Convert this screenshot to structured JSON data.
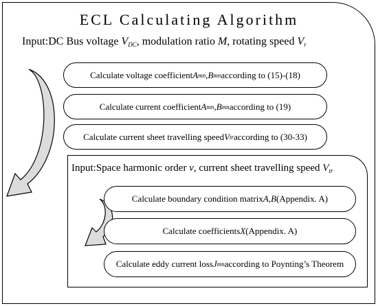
{
  "title": "ECL Calculating Algorithm",
  "outer_input": {
    "prefix": "Input:DC Bus voltage ",
    "v": "V",
    "v_sub": "DC",
    "mid": ", modulation ratio ",
    "m": "M",
    "mid2": ", rotating speed ",
    "vr": "V",
    "vr_sub": "r"
  },
  "outer_steps": [
    {
      "pre": "Calculate voltage coefficient ",
      "a": "A",
      "a_sub": "mn",
      "sep": ", ",
      "b": "B",
      "b_sub": "mn",
      "post": " according to (15)-(18)"
    },
    {
      "pre": "Calculate current coefficient ",
      "a": "A",
      "a_sub": "mn",
      "sep": ", ",
      "b": "B",
      "b_sub": "mn",
      "post": " according to (19)"
    },
    {
      "pre": "Calculate current sheet travelling speed ",
      "a": "V",
      "a_sub": "tr",
      "post": " according to (30-33)"
    }
  ],
  "inner_input": {
    "prefix": "Input:Space harmonic order ",
    "v": "v",
    "mid": ", current sheet travelling speed ",
    "vtr": "V",
    "vtr_sub": "tr"
  },
  "inner_steps": [
    {
      "pre": "Calculate boundary condition matrix ",
      "a": "A",
      "sep": ", ",
      "b": "B",
      "post": " (Appendix. A)"
    },
    {
      "pre": "Calculate coefficients ",
      "a": "X",
      "post": " (Appendix. A)"
    },
    {
      "pre": "Calculate eddy current loss ",
      "a": "J",
      "a_sub": "mn",
      "post": " according to Poynting’s Theorem"
    }
  ],
  "colors": {
    "arrow_fill": "#dcdcdc",
    "stroke": "#000000"
  }
}
